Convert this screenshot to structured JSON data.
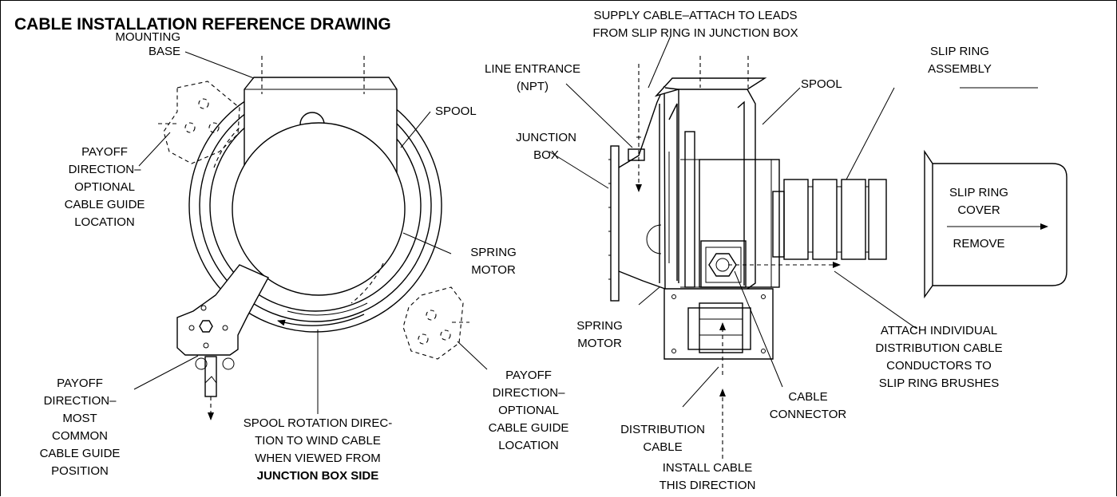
{
  "title": "CABLE INSTALLATION REFERENCE DRAWING",
  "left_view": {
    "mounting_base": [
      "MOUNTING",
      "BASE"
    ],
    "spool": "SPOOL",
    "payoff_optional_upper": [
      "PAYOFF",
      "DIRECTION–",
      "OPTIONAL",
      "CABLE GUIDE",
      "LOCATION"
    ],
    "spring_motor": [
      "SPRING",
      "MOTOR"
    ],
    "payoff_most_common": [
      "PAYOFF",
      "DIRECTION–",
      "MOST",
      "COMMON",
      "CABLE GUIDE",
      "POSITION"
    ],
    "rotation_note": [
      "SPOOL ROTATION DIREC-",
      "TION TO WIND CABLE",
      "WHEN VIEWED FROM"
    ],
    "rotation_note_bold": "JUNCTION BOX SIDE",
    "payoff_optional_lower": [
      "PAYOFF",
      "DIRECTION–",
      "OPTIONAL",
      "CABLE GUIDE",
      "LOCATION"
    ]
  },
  "right_view": {
    "supply_cable": [
      "SUPPLY CABLE–ATTACH TO LEADS",
      "FROM SLIP RING IN JUNCTION BOX"
    ],
    "line_entrance": [
      "LINE ENTRANCE",
      "(NPT)"
    ],
    "spool": "SPOOL",
    "slip_ring_assembly": [
      "SLIP RING",
      "ASSEMBLY"
    ],
    "junction_box": [
      "JUNCTION",
      "BOX"
    ],
    "slip_ring_cover": [
      "SLIP RING",
      "COVER"
    ],
    "remove": "REMOVE",
    "spring_motor": [
      "SPRING",
      "MOTOR"
    ],
    "attach_conductors": [
      "ATTACH INDIVIDUAL",
      "DISTRIBUTION CABLE",
      "CONDUCTORS TO",
      "SLIP RING BRUSHES"
    ],
    "cable_connector": [
      "CABLE",
      "CONNECTOR"
    ],
    "distribution_cable": [
      "DISTRIBUTION",
      "CABLE"
    ],
    "install_direction": [
      "INSTALL CABLE",
      "THIS DIRECTION"
    ]
  }
}
